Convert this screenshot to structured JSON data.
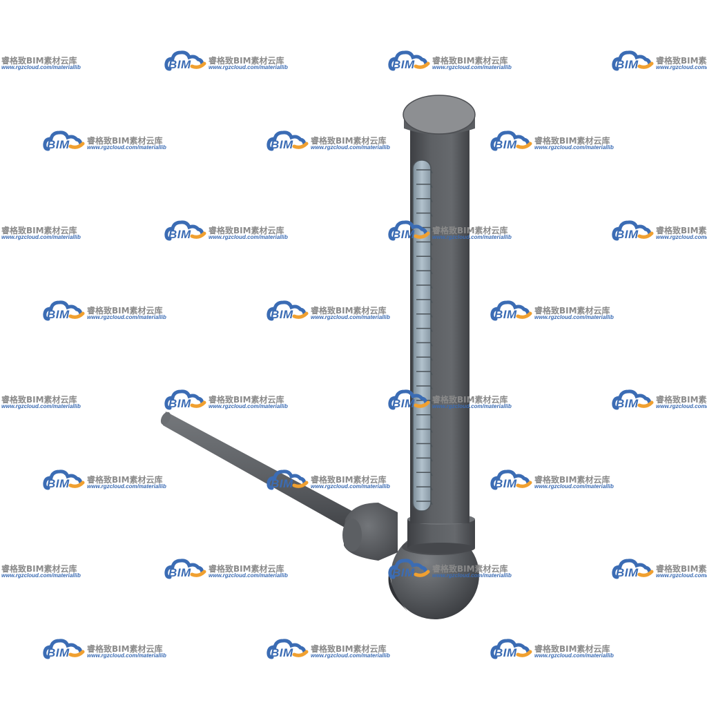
{
  "watermark": {
    "logo_text": "BIM",
    "brand": "睿格致BIM素材云库",
    "url": "www.rgzcloud.com/materiallib"
  },
  "icons": {
    "watermark_logo": "cloud-logo-icon",
    "model": "pipe-thermometer-model"
  },
  "colors": {
    "background": "#ffffff",
    "pipe": "#595c60",
    "cap": "#8d8f92",
    "glass": "#a9b9c4",
    "logo_blue": "#3b6cb4",
    "logo_orange": "#f0a030",
    "brand_gray": "#8a8a8a"
  },
  "thermometer": {
    "tick_count": 24
  }
}
